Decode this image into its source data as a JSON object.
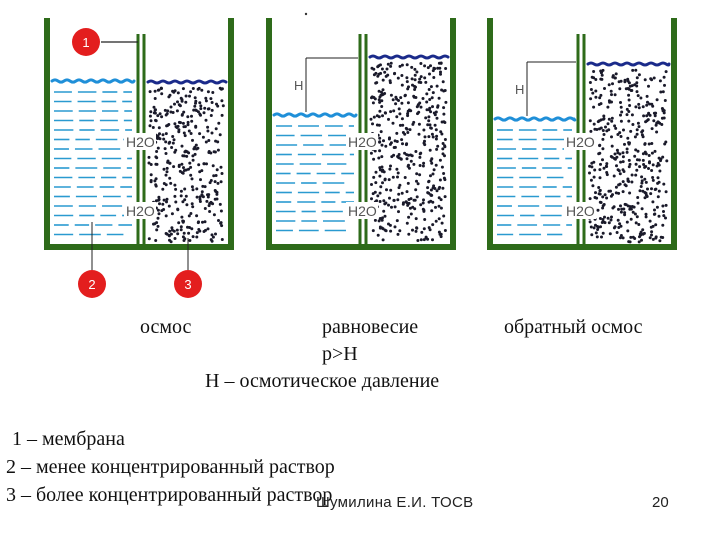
{
  "colors": {
    "vessel_wall": "#2e6b1a",
    "membrane": "#2e6b1a",
    "fresh_fill": "#ffffff",
    "fresh_lines": "#2a9ad0",
    "surface_wave": "#1f8fd8",
    "conc_dots": "#1a1a2a",
    "conc_wave": "#1a2a8a",
    "marker_fill": "#e31e1e",
    "marker_text": "#ffffff",
    "water_label": "#555555"
  },
  "diagram": {
    "markers": [
      "1",
      "2",
      "3"
    ],
    "water_label": "H2O",
    "height_mark": "Н"
  },
  "captions": {
    "osmosis": "осмос",
    "equilibrium": "равновесие",
    "reverse_osmosis": "обратный осмос",
    "pressure_relation": "p>H",
    "osmotic_pressure": "H – осмотическое давление"
  },
  "legend": {
    "item1": "1 – мембрана",
    "item2": "2 – менее концентрированный раствор",
    "item3": "3 – более концентрированный раствор"
  },
  "footer": {
    "author": "Шумилина Е.И. ТОСВ",
    "page": "20"
  }
}
